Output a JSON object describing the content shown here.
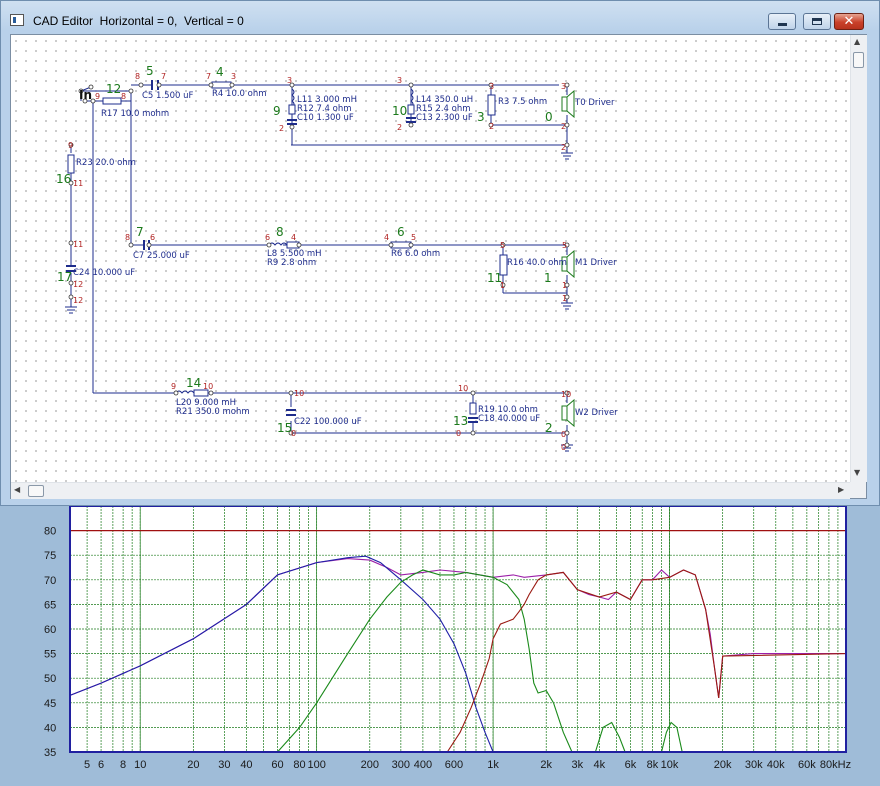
{
  "window": {
    "title": "CAD Editor  Horizontal = 0,  Vertical = 0",
    "buttons": {
      "minimize": "minimize",
      "maximize": "maximize",
      "close": "✕"
    }
  },
  "schematic": {
    "input_label": "In",
    "components": [
      {
        "id": "C5",
        "value": "1.500 uF"
      },
      {
        "id": "R4",
        "value": "10.0 ohm"
      },
      {
        "id": "R17",
        "value": "10.0 mohm"
      },
      {
        "id": "L11",
        "value": "3.000 mH"
      },
      {
        "id": "R12",
        "value": "7.4 ohm"
      },
      {
        "id": "C10",
        "value": "1.300 uF"
      },
      {
        "id": "L14",
        "value": "350.0 uH"
      },
      {
        "id": "R15",
        "value": "2.4 ohm"
      },
      {
        "id": "C13",
        "value": "2.300 uF"
      },
      {
        "id": "R3",
        "value": "7.5 ohm"
      },
      {
        "id": "R23",
        "value": "20.0 ohm"
      },
      {
        "id": "C24",
        "value": "10.000 uF"
      },
      {
        "id": "C7",
        "value": "25.000 uF"
      },
      {
        "id": "L8",
        "value": "5.500 mH"
      },
      {
        "id": "R9",
        "value": "2.8 ohm"
      },
      {
        "id": "R6",
        "value": "6.0 ohm"
      },
      {
        "id": "R16",
        "value": "40.0 ohm"
      },
      {
        "id": "L20",
        "value": "9.000 mH"
      },
      {
        "id": "R21",
        "value": "350.0 mohm"
      },
      {
        "id": "C22",
        "value": "100.000 uF"
      },
      {
        "id": "R19",
        "value": "10.0 ohm"
      },
      {
        "id": "C18",
        "value": "40.000 uF"
      }
    ],
    "drivers": [
      {
        "id": "T0",
        "label": "Driver"
      },
      {
        "id": "M1",
        "label": "Driver"
      },
      {
        "id": "W2",
        "label": "Driver"
      }
    ],
    "node_labels": [
      "9",
      "8",
      "7",
      "3",
      "0",
      "2",
      "11",
      "12",
      "6",
      "4",
      "5",
      "1",
      "10"
    ],
    "group_labels": [
      "12",
      "5",
      "4",
      "9",
      "10",
      "3",
      "0",
      "16",
      "17",
      "7",
      "8",
      "6",
      "11",
      "1",
      "14",
      "15",
      "13",
      "2"
    ]
  },
  "chart_data": {
    "type": "line",
    "title": "",
    "xlabel": "",
    "ylabel": "",
    "x_scale": "log",
    "xlim": [
      4,
      100000
    ],
    "ylim": [
      35,
      85
    ],
    "grid": true,
    "y_ticks": [
      35,
      40,
      45,
      50,
      55,
      60,
      65,
      70,
      75,
      80
    ],
    "x_ticks": [
      {
        "v": 5,
        "label": "5"
      },
      {
        "v": 6,
        "label": "6"
      },
      {
        "v": 8,
        "label": "8"
      },
      {
        "v": 10,
        "label": "10"
      },
      {
        "v": 20,
        "label": "20"
      },
      {
        "v": 30,
        "label": "30"
      },
      {
        "v": 40,
        "label": "40"
      },
      {
        "v": 60,
        "label": "60"
      },
      {
        "v": 80,
        "label": "80"
      },
      {
        "v": 100,
        "label": "100"
      },
      {
        "v": 200,
        "label": "200"
      },
      {
        "v": 300,
        "label": "300"
      },
      {
        "v": 400,
        "label": "400"
      },
      {
        "v": 600,
        "label": "600"
      },
      {
        "v": 1000,
        "label": "1k"
      },
      {
        "v": 2000,
        "label": "2k"
      },
      {
        "v": 3000,
        "label": "3k"
      },
      {
        "v": 4000,
        "label": "4k"
      },
      {
        "v": 6000,
        "label": "6k"
      },
      {
        "v": 8000,
        "label": "8k"
      },
      {
        "v": 10000,
        "label": "10k"
      },
      {
        "v": 20000,
        "label": "20k"
      },
      {
        "v": 30000,
        "label": "30k"
      },
      {
        "v": 40000,
        "label": "40k"
      },
      {
        "v": 60000,
        "label": "60k"
      },
      {
        "v": 80000,
        "label": "80kHz"
      }
    ],
    "reference_line": {
      "y": 80,
      "color": "#a01010"
    },
    "colors": {
      "background": "#ffffff",
      "grid": "#1a7a1a",
      "frame": "#2020a0"
    },
    "series": [
      {
        "color": "#9b1fa8",
        "points": [
          [
            4,
            46.5
          ],
          [
            6,
            49
          ],
          [
            10,
            52.5
          ],
          [
            20,
            58
          ],
          [
            40,
            65
          ],
          [
            60,
            71
          ],
          [
            100,
            73.5
          ],
          [
            150,
            74.3
          ],
          [
            200,
            74
          ],
          [
            250,
            72.5
          ],
          [
            300,
            71
          ],
          [
            400,
            71.5
          ],
          [
            500,
            72
          ],
          [
            700,
            71.5
          ],
          [
            1000,
            70.5
          ],
          [
            1300,
            71
          ],
          [
            1500,
            70.5
          ],
          [
            2000,
            71
          ],
          [
            2500,
            71.5
          ],
          [
            3000,
            68
          ],
          [
            3500,
            67
          ],
          [
            4000,
            66.5
          ],
          [
            4500,
            66
          ],
          [
            5000,
            67.5
          ],
          [
            6000,
            66
          ],
          [
            7000,
            70
          ],
          [
            8000,
            70
          ],
          [
            9000,
            72
          ],
          [
            10000,
            70.5
          ],
          [
            12000,
            72
          ],
          [
            14000,
            71
          ],
          [
            16000,
            64
          ],
          [
            17000,
            59
          ],
          [
            18000,
            52
          ],
          [
            19000,
            46
          ],
          [
            20000,
            54.5
          ],
          [
            30000,
            55
          ],
          [
            50000,
            55
          ],
          [
            100000,
            55
          ]
        ]
      },
      {
        "color": "#2020a8",
        "points": [
          [
            4,
            46.5
          ],
          [
            6,
            49
          ],
          [
            10,
            52.5
          ],
          [
            20,
            58
          ],
          [
            40,
            65
          ],
          [
            60,
            71
          ],
          [
            100,
            73.5
          ],
          [
            150,
            74.5
          ],
          [
            190,
            74.8
          ],
          [
            230,
            73.5
          ],
          [
            300,
            70
          ],
          [
            400,
            66
          ],
          [
            500,
            62
          ],
          [
            600,
            57
          ],
          [
            700,
            51
          ],
          [
            800,
            44
          ],
          [
            900,
            39
          ],
          [
            1000,
            35
          ]
        ]
      },
      {
        "color": "#1a8a1a",
        "points": [
          [
            60,
            35
          ],
          [
            80,
            40
          ],
          [
            100,
            45
          ],
          [
            150,
            55
          ],
          [
            200,
            62
          ],
          [
            250,
            66.5
          ],
          [
            300,
            69.5
          ],
          [
            350,
            71
          ],
          [
            400,
            72
          ],
          [
            500,
            71
          ],
          [
            600,
            71
          ],
          [
            700,
            71.5
          ],
          [
            1000,
            70.5
          ],
          [
            1200,
            69
          ],
          [
            1400,
            66
          ],
          [
            1500,
            62
          ],
          [
            1600,
            56
          ],
          [
            1700,
            49
          ],
          [
            1800,
            47
          ],
          [
            2000,
            47.5
          ],
          [
            2200,
            45
          ],
          [
            2500,
            39
          ],
          [
            2800,
            35
          ]
        ]
      },
      {
        "color": "#9a1a12",
        "points": [
          [
            550,
            35
          ],
          [
            650,
            39
          ],
          [
            750,
            44
          ],
          [
            850,
            49
          ],
          [
            950,
            54
          ],
          [
            1000,
            58
          ],
          [
            1100,
            61
          ],
          [
            1300,
            62
          ],
          [
            1400,
            63.5
          ],
          [
            1500,
            65
          ],
          [
            1600,
            67
          ],
          [
            1800,
            70
          ],
          [
            2000,
            71
          ],
          [
            2500,
            71.5
          ],
          [
            3000,
            68
          ],
          [
            4000,
            66.5
          ],
          [
            5000,
            67.5
          ],
          [
            6000,
            66
          ],
          [
            7000,
            70
          ],
          [
            8000,
            70
          ],
          [
            10000,
            70.5
          ],
          [
            12000,
            72
          ],
          [
            14000,
            71
          ],
          [
            16000,
            64
          ],
          [
            18000,
            52
          ],
          [
            19000,
            46
          ],
          [
            20000,
            54.5
          ],
          [
            100000,
            55
          ]
        ]
      },
      {
        "color": "#1a8a1a",
        "points": [
          [
            3800,
            35
          ],
          [
            4200,
            40
          ],
          [
            4700,
            41
          ],
          [
            5200,
            38
          ],
          [
            5600,
            35
          ]
        ]
      },
      {
        "color": "#1a8a1a",
        "points": [
          [
            9000,
            35
          ],
          [
            9600,
            39
          ],
          [
            10200,
            41
          ],
          [
            11000,
            40
          ],
          [
            11800,
            35
          ]
        ]
      }
    ]
  }
}
